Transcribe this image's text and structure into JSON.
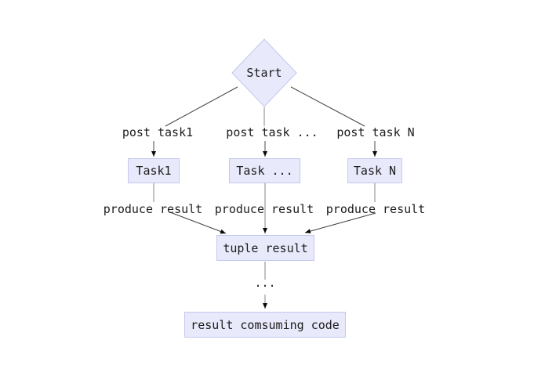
{
  "diagram": {
    "kind": "flowchart",
    "colors": {
      "background": "#ffffff",
      "node_fill": "#e8e9fb",
      "node_border": "#c3c9ee",
      "text": "#1c1c1c",
      "edge_diagonal": "#404040",
      "edge_vertical": "#848484",
      "arrowhead": "#0a0a0a"
    },
    "nodes": {
      "start": "Start",
      "task1": "Task1",
      "task_mid": "Task ...",
      "task_n": "Task N",
      "tuple": "tuple result",
      "consumer": "result comsuming code"
    },
    "edge_labels": {
      "post_task1": "post task1",
      "post_task_mid": "post task ...",
      "post_task_n": "post task N",
      "produce_result": "produce result",
      "ellipsis": "..."
    }
  }
}
